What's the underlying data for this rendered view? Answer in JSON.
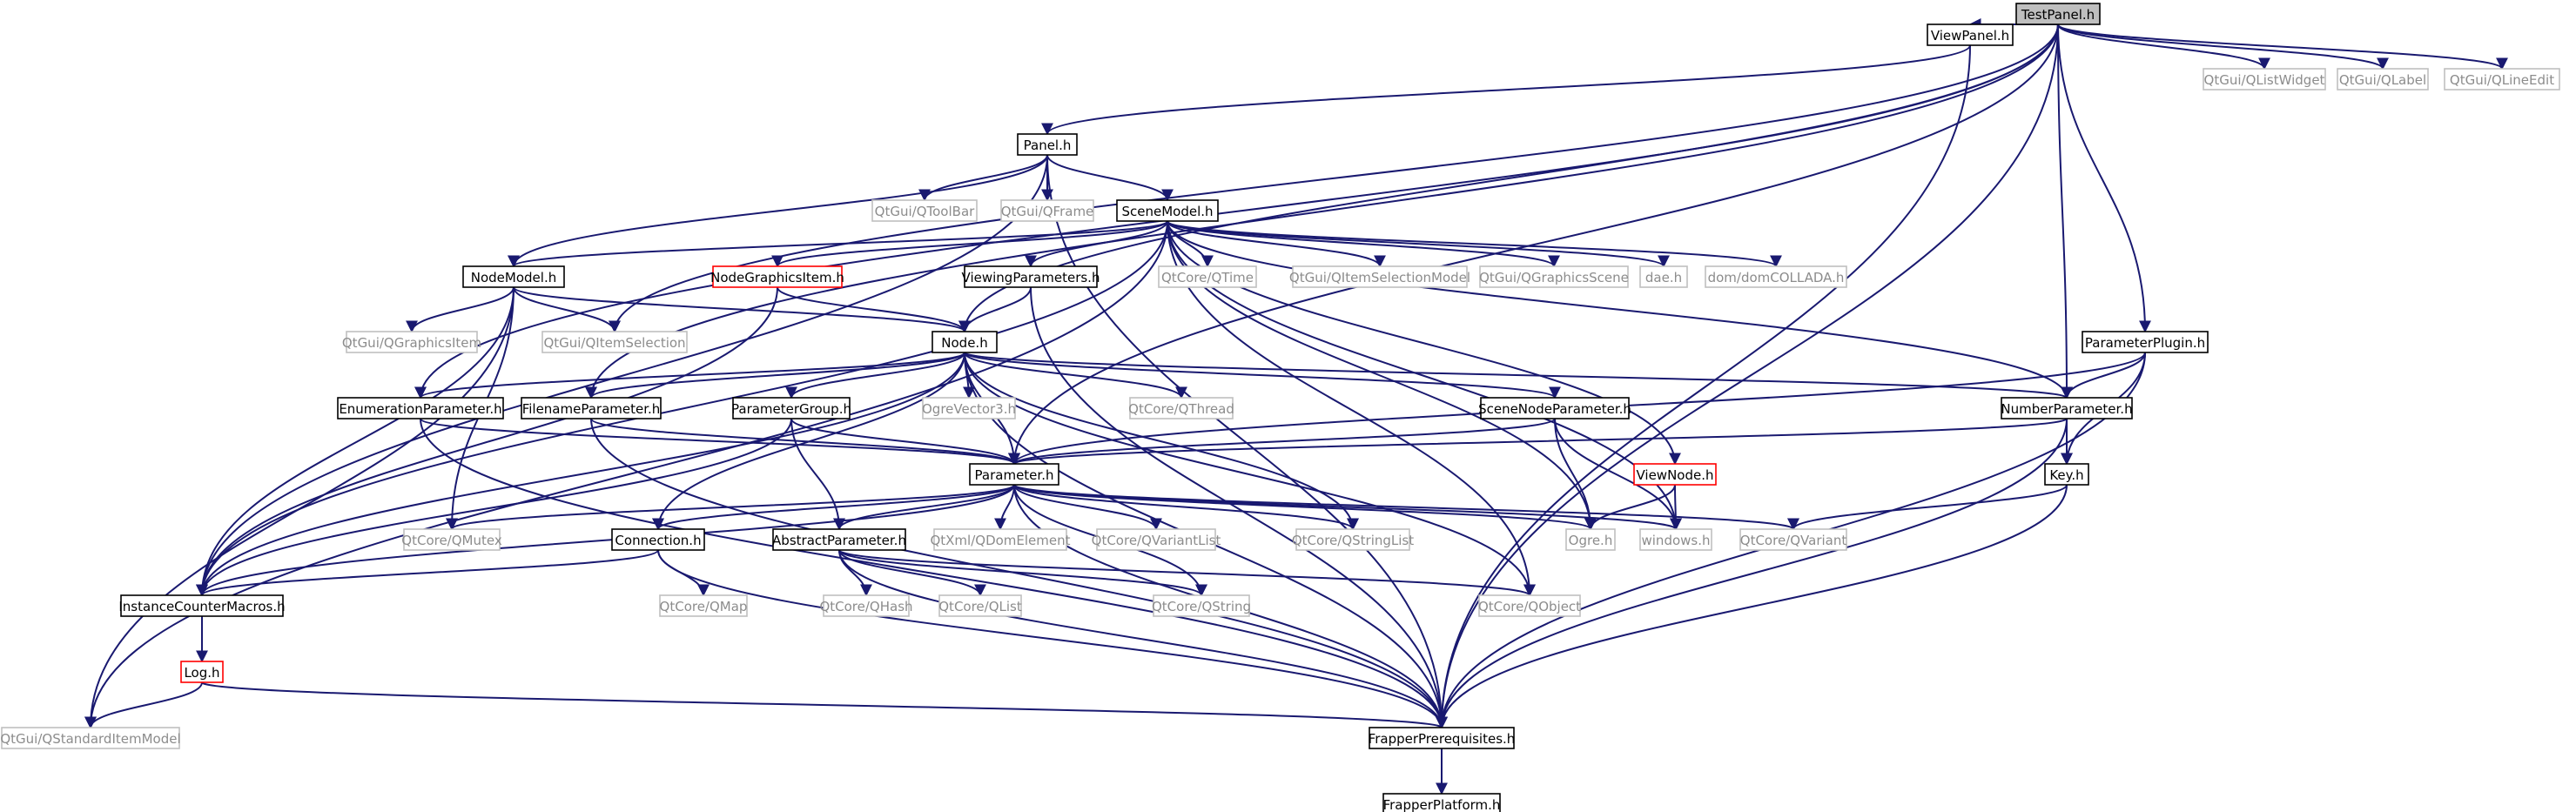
{
  "diagram": {
    "type": "include-dependency-graph",
    "nodes": [
      {
        "id": "testpanel",
        "label": "TestPanel.h",
        "kind": "root"
      },
      {
        "id": "viewpanel",
        "label": "ViewPanel.h",
        "kind": "internal"
      },
      {
        "id": "qlistwidget",
        "label": "QtGui/QListWidget",
        "kind": "external"
      },
      {
        "id": "qlabel",
        "label": "QtGui/QLabel",
        "kind": "external"
      },
      {
        "id": "qlineedit",
        "label": "QtGui/QLineEdit",
        "kind": "external"
      },
      {
        "id": "panel",
        "label": "Panel.h",
        "kind": "internal"
      },
      {
        "id": "qtoolbar",
        "label": "QtGui/QToolBar",
        "kind": "external"
      },
      {
        "id": "qframe",
        "label": "QtGui/QFrame",
        "kind": "external"
      },
      {
        "id": "scenemodel",
        "label": "SceneModel.h",
        "kind": "internal"
      },
      {
        "id": "nodemodel",
        "label": "NodeModel.h",
        "kind": "internal"
      },
      {
        "id": "nodegraphicsitem",
        "label": "NodeGraphicsItem.h",
        "kind": "warning"
      },
      {
        "id": "viewingparameters",
        "label": "ViewingParameters.h",
        "kind": "internal"
      },
      {
        "id": "qtime",
        "label": "QtCore/QTime",
        "kind": "external"
      },
      {
        "id": "qitemselectionmodel",
        "label": "QtGui/QItemSelectionModel",
        "kind": "external"
      },
      {
        "id": "qgraphicsscene",
        "label": "QtGui/QGraphicsScene",
        "kind": "external"
      },
      {
        "id": "dae",
        "label": "dae.h",
        "kind": "external"
      },
      {
        "id": "domcollada",
        "label": "dom/domCOLLADA.h",
        "kind": "external"
      },
      {
        "id": "qgraphicsitem",
        "label": "QtGui/QGraphicsItem",
        "kind": "external"
      },
      {
        "id": "qitemselection",
        "label": "QtGui/QItemSelection",
        "kind": "external"
      },
      {
        "id": "node",
        "label": "Node.h",
        "kind": "internal"
      },
      {
        "id": "parameterplugin",
        "label": "ParameterPlugin.h",
        "kind": "internal"
      },
      {
        "id": "enumerationparameter",
        "label": "EnumerationParameter.h",
        "kind": "internal"
      },
      {
        "id": "filenameparameter",
        "label": "FilenameParameter.h",
        "kind": "internal"
      },
      {
        "id": "parametergroup",
        "label": "ParameterGroup.h",
        "kind": "internal"
      },
      {
        "id": "ogrevector3",
        "label": "OgreVector3.h",
        "kind": "external"
      },
      {
        "id": "qthread",
        "label": "QtCore/QThread",
        "kind": "external"
      },
      {
        "id": "scenenodeparameter",
        "label": "SceneNodeParameter.h",
        "kind": "internal"
      },
      {
        "id": "numberparameter",
        "label": "NumberParameter.h",
        "kind": "internal"
      },
      {
        "id": "parameter",
        "label": "Parameter.h",
        "kind": "internal"
      },
      {
        "id": "viewnode",
        "label": "ViewNode.h",
        "kind": "warning"
      },
      {
        "id": "key",
        "label": "Key.h",
        "kind": "internal"
      },
      {
        "id": "qmutex",
        "label": "QtCore/QMutex",
        "kind": "external"
      },
      {
        "id": "connection",
        "label": "Connection.h",
        "kind": "internal"
      },
      {
        "id": "abstractparameter",
        "label": "AbstractParameter.h",
        "kind": "internal"
      },
      {
        "id": "qdomelement",
        "label": "QtXml/QDomElement",
        "kind": "external"
      },
      {
        "id": "qvariantlist",
        "label": "QtCore/QVariantList",
        "kind": "external"
      },
      {
        "id": "qstringlist",
        "label": "QtCore/QStringList",
        "kind": "external"
      },
      {
        "id": "ogre",
        "label": "Ogre.h",
        "kind": "external"
      },
      {
        "id": "windows",
        "label": "windows.h",
        "kind": "external"
      },
      {
        "id": "qvariant",
        "label": "QtCore/QVariant",
        "kind": "external"
      },
      {
        "id": "instancecountermacros",
        "label": "InstanceCounterMacros.h",
        "kind": "internal"
      },
      {
        "id": "qmap",
        "label": "QtCore/QMap",
        "kind": "external"
      },
      {
        "id": "qhash",
        "label": "QtCore/QHash",
        "kind": "external"
      },
      {
        "id": "qlist",
        "label": "QtCore/QList",
        "kind": "external"
      },
      {
        "id": "qstring",
        "label": "QtCore/QString",
        "kind": "external"
      },
      {
        "id": "qobject",
        "label": "QtCore/QObject",
        "kind": "external"
      },
      {
        "id": "log",
        "label": "Log.h",
        "kind": "warning"
      },
      {
        "id": "qstandarditemmodel",
        "label": "QtGui/QStandardItemModel",
        "kind": "external"
      },
      {
        "id": "frapperprerequisites",
        "label": "FrapperPrerequisites.h",
        "kind": "internal"
      },
      {
        "id": "frapperplatform",
        "label": "FrapperPlatform.h",
        "kind": "internal"
      }
    ],
    "edges": [
      [
        "testpanel",
        "viewpanel"
      ],
      [
        "testpanel",
        "qlistwidget"
      ],
      [
        "testpanel",
        "qlabel"
      ],
      [
        "testpanel",
        "qlineedit"
      ],
      [
        "testpanel",
        "enumerationparameter"
      ],
      [
        "testpanel",
        "filenameparameter"
      ],
      [
        "testpanel",
        "parameter"
      ],
      [
        "testpanel",
        "node"
      ],
      [
        "testpanel",
        "qitemselection"
      ],
      [
        "testpanel",
        "parameterplugin"
      ],
      [
        "testpanel",
        "numberparameter"
      ],
      [
        "testpanel",
        "frapperprerequisites"
      ],
      [
        "viewpanel",
        "panel"
      ],
      [
        "viewpanel",
        "frapperprerequisites"
      ],
      [
        "panel",
        "qtoolbar"
      ],
      [
        "panel",
        "qframe"
      ],
      [
        "panel",
        "scenemodel"
      ],
      [
        "panel",
        "nodemodel"
      ],
      [
        "panel",
        "instancecountermacros"
      ],
      [
        "panel",
        "frapperprerequisites"
      ],
      [
        "scenemodel",
        "nodemodel"
      ],
      [
        "scenemodel",
        "nodegraphicsitem"
      ],
      [
        "scenemodel",
        "viewingparameters"
      ],
      [
        "scenemodel",
        "qtime"
      ],
      [
        "scenemodel",
        "qitemselectionmodel"
      ],
      [
        "scenemodel",
        "qgraphicsscene"
      ],
      [
        "scenemodel",
        "dae"
      ],
      [
        "scenemodel",
        "domcollada"
      ],
      [
        "scenemodel",
        "numberparameter"
      ],
      [
        "scenemodel",
        "ogre"
      ],
      [
        "scenemodel",
        "windows"
      ],
      [
        "scenemodel",
        "viewnode"
      ],
      [
        "scenemodel",
        "qstandarditemmodel"
      ],
      [
        "scenemodel",
        "instancecountermacros"
      ],
      [
        "scenemodel",
        "qobject"
      ],
      [
        "nodemodel",
        "qgraphicsitem"
      ],
      [
        "nodemodel",
        "qitemselection"
      ],
      [
        "nodemodel",
        "node"
      ],
      [
        "nodemodel",
        "qmutex"
      ],
      [
        "nodemodel",
        "qstandarditemmodel"
      ],
      [
        "nodemodel",
        "instancecountermacros"
      ],
      [
        "nodegraphicsitem",
        "node"
      ],
      [
        "nodegraphicsitem",
        "instancecountermacros"
      ],
      [
        "viewingparameters",
        "node"
      ],
      [
        "viewingparameters",
        "frapperprerequisites"
      ],
      [
        "node",
        "enumerationparameter"
      ],
      [
        "node",
        "filenameparameter"
      ],
      [
        "node",
        "parametergroup"
      ],
      [
        "node",
        "ogrevector3"
      ],
      [
        "node",
        "qthread"
      ],
      [
        "node",
        "scenenodeparameter"
      ],
      [
        "node",
        "numberparameter"
      ],
      [
        "node",
        "parameter"
      ],
      [
        "node",
        "connection"
      ],
      [
        "node",
        "qstringlist"
      ],
      [
        "node",
        "qobject"
      ],
      [
        "node",
        "frapperprerequisites"
      ],
      [
        "node",
        "instancecountermacros"
      ],
      [
        "parameterplugin",
        "numberparameter"
      ],
      [
        "parameterplugin",
        "key"
      ],
      [
        "parameterplugin",
        "parameter"
      ],
      [
        "parameterplugin",
        "frapperprerequisites"
      ],
      [
        "enumerationparameter",
        "parameter"
      ],
      [
        "enumerationparameter",
        "frapperprerequisites"
      ],
      [
        "filenameparameter",
        "parameter"
      ],
      [
        "filenameparameter",
        "frapperprerequisites"
      ],
      [
        "parametergroup",
        "parameter"
      ],
      [
        "parametergroup",
        "abstractparameter"
      ],
      [
        "parametergroup",
        "instancecountermacros"
      ],
      [
        "scenenodeparameter",
        "parameter"
      ],
      [
        "scenenodeparameter",
        "ogre"
      ],
      [
        "scenenodeparameter",
        "windows"
      ],
      [
        "numberparameter",
        "parameter"
      ],
      [
        "numberparameter",
        "key"
      ],
      [
        "numberparameter",
        "frapperprerequisites"
      ],
      [
        "key",
        "qvariant"
      ],
      [
        "key",
        "frapperprerequisites"
      ],
      [
        "viewnode",
        "ogre"
      ],
      [
        "viewnode",
        "windows"
      ],
      [
        "parameter",
        "qmutex"
      ],
      [
        "parameter",
        "connection"
      ],
      [
        "parameter",
        "abstractparameter"
      ],
      [
        "parameter",
        "qdomelement"
      ],
      [
        "parameter",
        "qvariantlist"
      ],
      [
        "parameter",
        "qstringlist"
      ],
      [
        "parameter",
        "ogre"
      ],
      [
        "parameter",
        "windows"
      ],
      [
        "parameter",
        "qvariant"
      ],
      [
        "parameter",
        "qstring"
      ],
      [
        "parameter",
        "instancecountermacros"
      ],
      [
        "parameter",
        "frapperprerequisites"
      ],
      [
        "connection",
        "qmap"
      ],
      [
        "connection",
        "instancecountermacros"
      ],
      [
        "connection",
        "frapperprerequisites"
      ],
      [
        "abstractparameter",
        "qhash"
      ],
      [
        "abstractparameter",
        "qlist"
      ],
      [
        "abstractparameter",
        "qstring"
      ],
      [
        "abstractparameter",
        "qobject"
      ],
      [
        "abstractparameter",
        "frapperprerequisites"
      ],
      [
        "instancecountermacros",
        "log"
      ],
      [
        "log",
        "qstandarditemmodel"
      ],
      [
        "log",
        "frapperprerequisites"
      ],
      [
        "frapperprerequisites",
        "frapperplatform"
      ]
    ]
  },
  "colors": {
    "edge": "#191970",
    "root_fill": "#bfbfbf",
    "border_internal": "#000000",
    "border_external": "#bfbfbf",
    "border_warning": "#ff0000",
    "text_internal": "#000000",
    "text_external": "#8c8c8c"
  }
}
